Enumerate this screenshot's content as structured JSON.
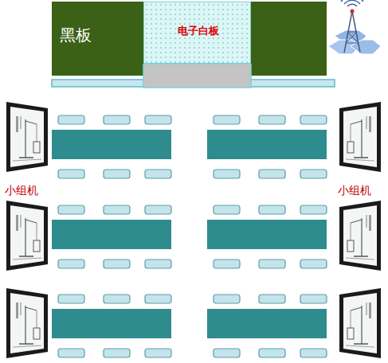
{
  "diagram": {
    "nodes": [
      {
        "text": [
          "黑板"
        ]
      },
      {
        "text": [
          "电子白板"
        ],
        "in": 0
      }
    ],
    "labels": [
      "小组机",
      "小组机"
    ]
  }
}
